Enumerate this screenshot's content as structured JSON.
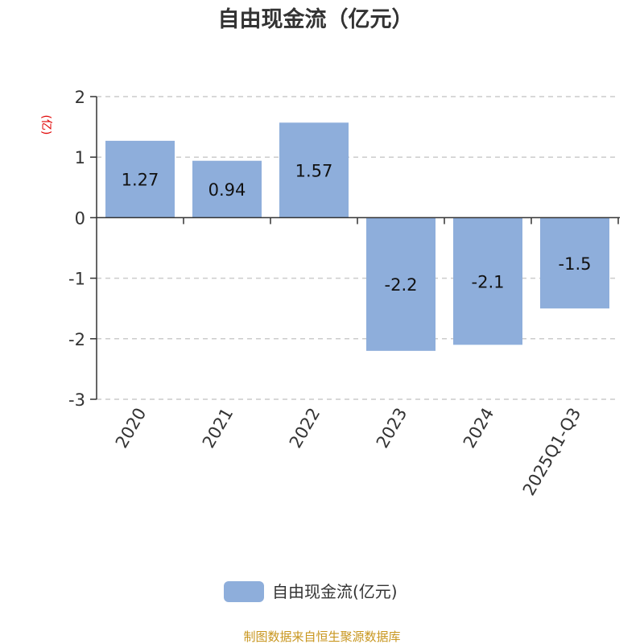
{
  "chart_data": {
    "type": "bar",
    "title": "自由现金流（亿元）",
    "ylabel": "(亿)",
    "xlabel": "",
    "categories": [
      "2020",
      "2021",
      "2022",
      "2023",
      "2024",
      "2025Q1-Q3"
    ],
    "series": [
      {
        "name": "自由现金流(亿元)",
        "values": [
          1.27,
          0.94,
          1.57,
          -2.2,
          -2.1,
          -1.5
        ],
        "labels": [
          "1.27",
          "0.94",
          "1.57",
          "-2.2",
          "-2.1",
          "-1.5"
        ],
        "color": "#8eaedb"
      }
    ],
    "ylim": [
      -3,
      2
    ],
    "yticks": [
      2,
      1,
      0,
      -1,
      -2,
      -3
    ],
    "grid": true,
    "legend_position": "bottom-center"
  },
  "footer": {
    "source": "制图数据来自恒生聚源数据库"
  },
  "colors": {
    "ylabel": "#e00000",
    "footer": "#c8961e",
    "axis": "#333333",
    "grid": "#cccccc"
  }
}
